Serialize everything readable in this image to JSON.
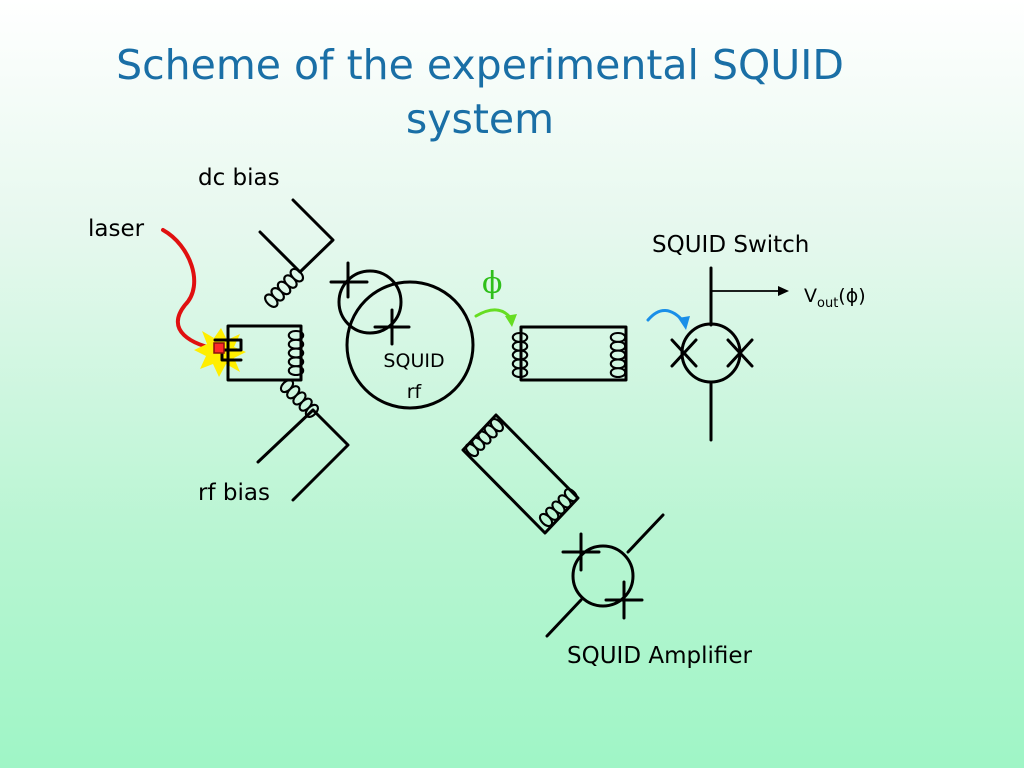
{
  "title": "Scheme of the experimental SQUID system",
  "labels": {
    "dc_bias": "dc bias",
    "laser": "laser",
    "rf_bias": "rf bias",
    "squid_rf_line1": "SQUID",
    "squid_rf_line2": "rf",
    "squid_switch": "SQUID Switch",
    "vout_main": "V",
    "vout_sub": "out",
    "vout_arg": "(ϕ)",
    "phi": "ϕ",
    "squid_amplifier": "SQUID Amplifier"
  },
  "colors": {
    "title": "#1a6fa6",
    "laser_line": "#e01010",
    "laser_flash": "#ffee00",
    "phi_text": "#2fbf1a",
    "phi_arrow": "#66dd22",
    "switch_arrow": "#1a8fe8"
  }
}
